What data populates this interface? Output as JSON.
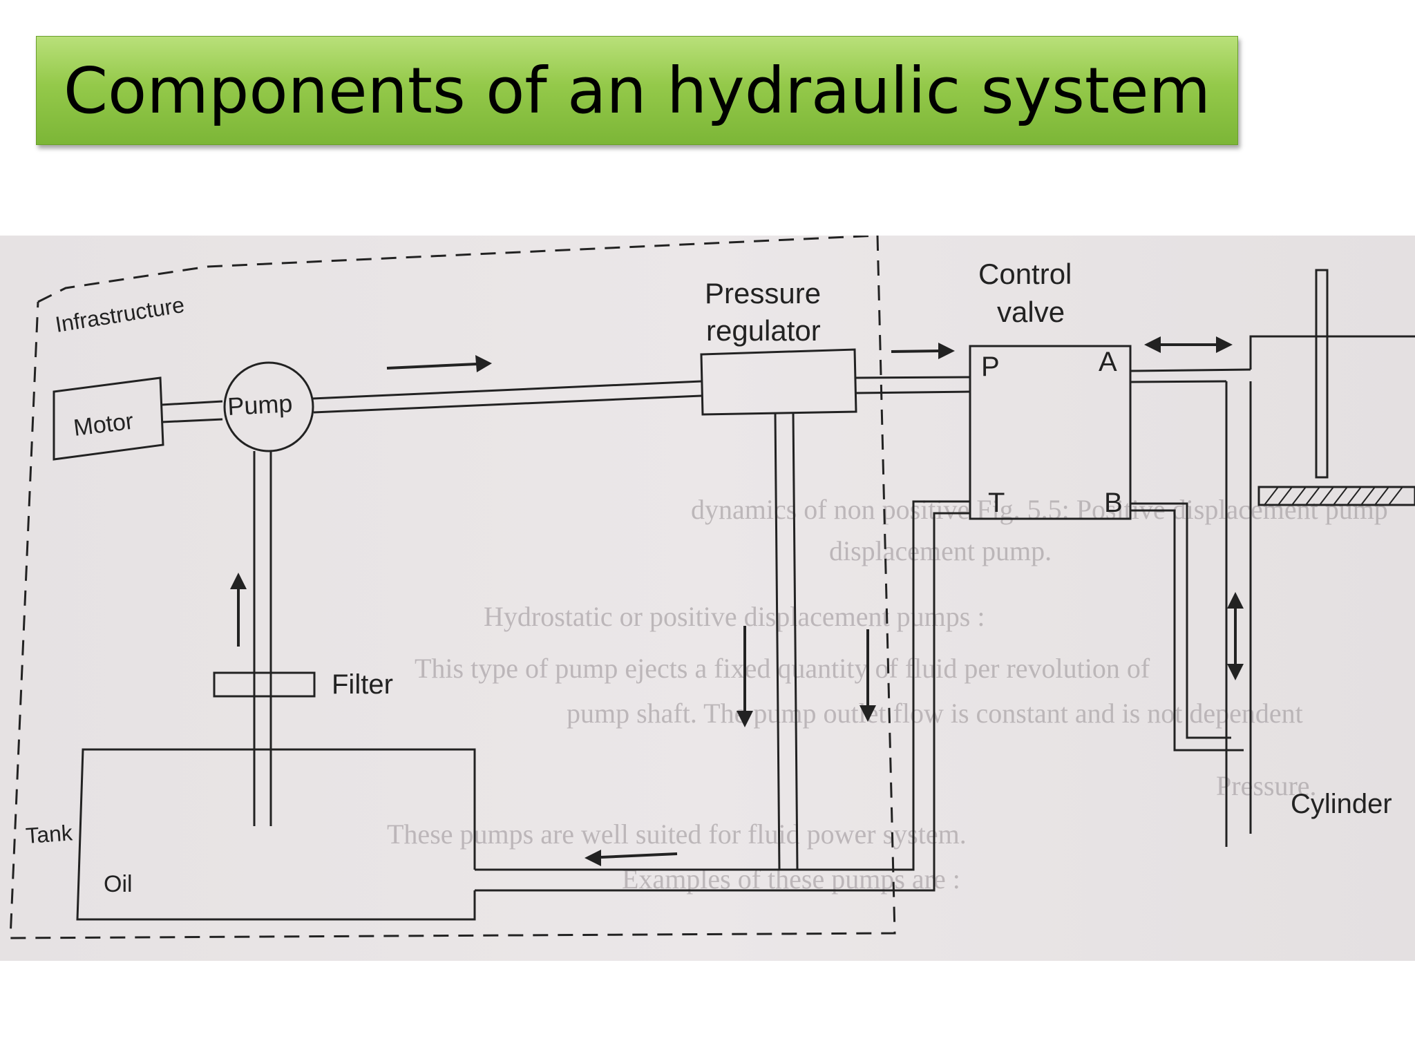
{
  "title": "Components of an hydraulic system",
  "diagram": {
    "labels": {
      "infrastructure": "Infrastructure",
      "motor": "Motor",
      "pump": "Pump",
      "pressure_regulator_1": "Pressure",
      "pressure_regulator_2": "regulator",
      "control_valve_1": "Control",
      "control_valve_2": "valve",
      "port_p": "P",
      "port_a": "A",
      "port_t": "T",
      "port_b": "B",
      "filter": "Filter",
      "tank": "Tank",
      "oil": "Oil",
      "cylinder": "Cylinder"
    }
  },
  "colors": {
    "banner": "#8cc63f",
    "ink": "#222222",
    "paper": "#e8e4e5"
  }
}
